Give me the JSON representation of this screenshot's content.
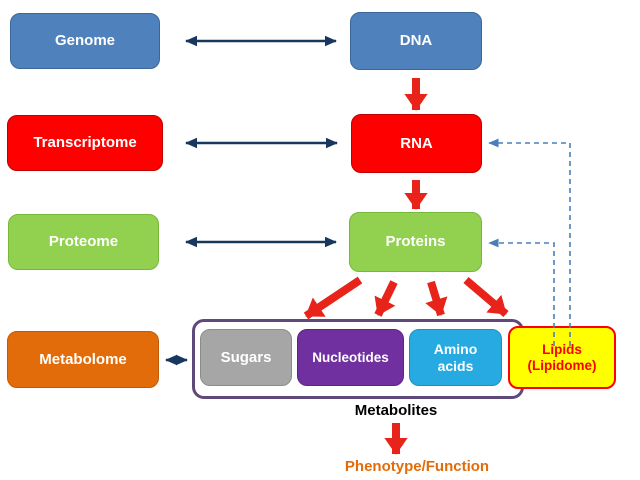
{
  "diagram": {
    "title": "Omics levels diagram",
    "left_column": [
      {
        "id": "genome",
        "label": "Genome",
        "color": "#4F81BD"
      },
      {
        "id": "transcriptome",
        "label": "Transcriptome",
        "color": "#FE0000"
      },
      {
        "id": "proteome",
        "label": "Proteome",
        "color": "#92D050"
      },
      {
        "id": "metabolome",
        "label": "Metabolome",
        "color": "#E36C0A"
      }
    ],
    "right_column": [
      {
        "id": "dna",
        "label": "DNA",
        "color": "#4F81BD"
      },
      {
        "id": "rna",
        "label": "RNA",
        "color": "#FE0000"
      },
      {
        "id": "proteins",
        "label": "Proteins",
        "color": "#92D050"
      }
    ],
    "metabolite_boxes": [
      {
        "id": "sugars",
        "label": "Sugars",
        "color": "#A6A6A6"
      },
      {
        "id": "nucleotides",
        "label": "Nucleotides",
        "color": "#7030A0"
      },
      {
        "id": "amino_acids",
        "label": "Amino acids",
        "color": "#27AAE1"
      },
      {
        "id": "lipids",
        "label": "Lipids (Lipidome)",
        "color": "#FFFF00",
        "text_color": "#FE0000",
        "border_color": "#FE0000"
      }
    ],
    "labels": {
      "metabolites": "Metabolites",
      "phenotype": "Phenotype/Function"
    },
    "colors": {
      "double_arrow": "#17375E",
      "red_arrow": "#E8231A",
      "dashed_arrow": "#4A7EBB",
      "group_border": "#5F497A",
      "phenotype_text": "#E36C0A"
    },
    "relationships": [
      "Genome <-> DNA",
      "Transcriptome <-> RNA",
      "Proteome <-> Proteins",
      "Metabolome <-> Metabolites",
      "DNA -> RNA",
      "RNA -> Proteins",
      "Proteins -> Sugars/Nucleotides/Amino acids/Lipids",
      "Lipids --> RNA (dashed feedback)",
      "Lipids --> Proteins (dashed feedback)",
      "Metabolites -> Phenotype/Function"
    ]
  }
}
